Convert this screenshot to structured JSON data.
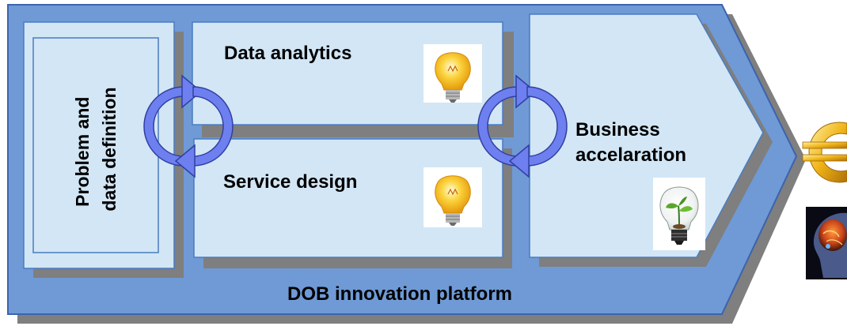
{
  "blocks": {
    "problem_definition": [
      "Problem and",
      "data definition"
    ],
    "data_analytics": "Data analytics",
    "service_design": "Service design",
    "business_acceleration": [
      "Business",
      "accelaration"
    ]
  },
  "platform_label": "DOB innovation platform",
  "icons": {
    "idea_bulb_1": "lightbulb-icon",
    "idea_bulb_2": "lightbulb-icon",
    "growth_bulb": "plant-lightbulb-icon",
    "money": "euro-icon",
    "brain": "brain-head-icon",
    "cycle_1": "cycle-arrows-icon",
    "cycle_2": "cycle-arrows-icon"
  },
  "colors": {
    "platform_fill": "#6f9ad6",
    "platform_border": "#3c63ad",
    "box_fill": "#d2e6f5",
    "shadow": "#7f7f7f",
    "cycle_arrow": "#6e7ff0",
    "bulb": "#f7b813"
  }
}
